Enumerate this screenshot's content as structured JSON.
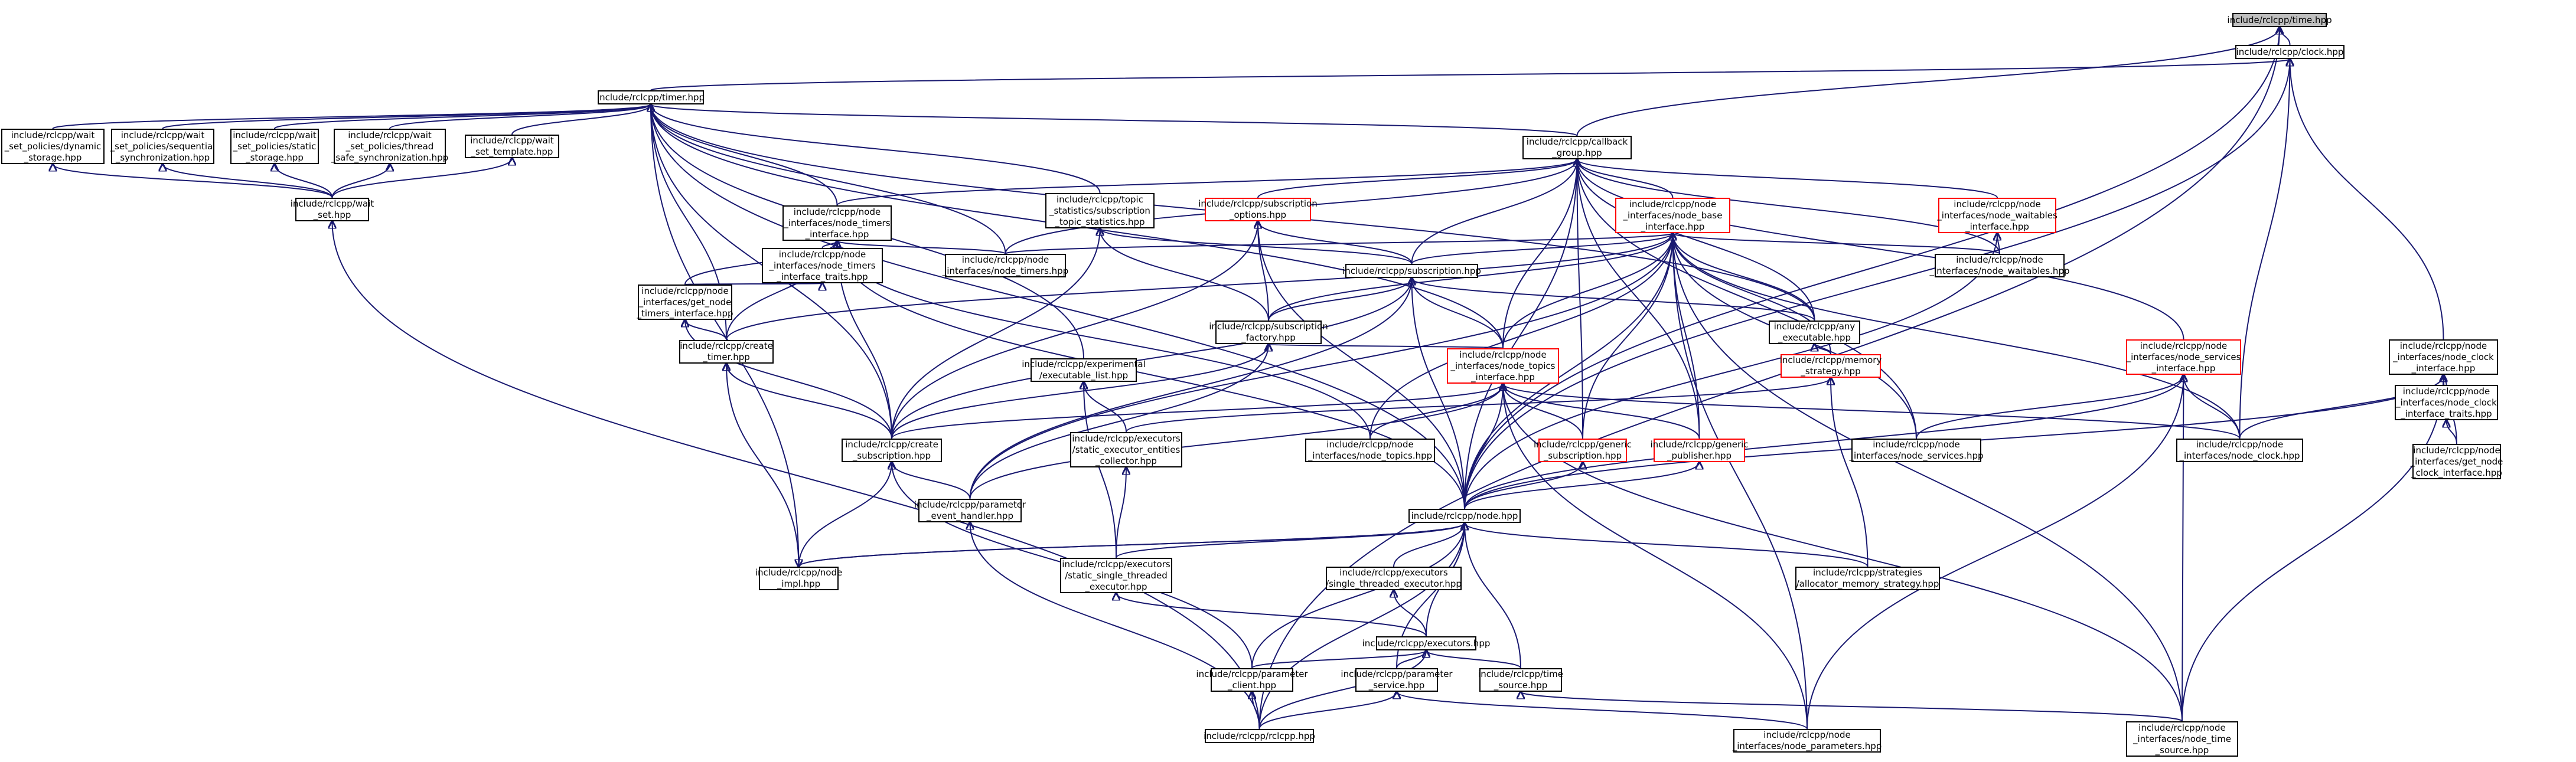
{
  "diagram": {
    "title": "",
    "colors": {
      "edge": "#191970",
      "border": "#000000",
      "border_incomplete": "#ff0000",
      "root_fill": "#bfbfbf"
    },
    "nodes": [
      {
        "id": "time",
        "label": "include/rclcpp/time.hpp",
        "style": "root"
      },
      {
        "id": "clock",
        "label": "include/rclcpp/clock.hpp",
        "style": "normal"
      },
      {
        "id": "timer",
        "label": "include/rclcpp/timer.hpp",
        "style": "normal"
      },
      {
        "id": "w_dyn",
        "label": "include/rclcpp/wait\n_set_policies/dynamic\n_storage.hpp",
        "style": "normal"
      },
      {
        "id": "w_seq",
        "label": "include/rclcpp/wait\n_set_policies/sequential\n_synchronization.hpp",
        "style": "normal"
      },
      {
        "id": "w_static",
        "label": "include/rclcpp/wait\n_set_policies/static\n_storage.hpp",
        "style": "normal"
      },
      {
        "id": "w_thread",
        "label": "include/rclcpp/wait\n_set_policies/thread\n_safe_synchronization.hpp",
        "style": "normal"
      },
      {
        "id": "w_tmpl",
        "label": "include/rclcpp/wait\n_set_template.hpp",
        "style": "normal"
      },
      {
        "id": "wait_set",
        "label": "include/rclcpp/wait\n_set.hpp",
        "style": "normal"
      },
      {
        "id": "cbg",
        "label": "include/rclcpp/callback\n_group.hpp",
        "style": "normal"
      },
      {
        "id": "topic_stats",
        "label": "include/rclcpp/topic\n_statistics/subscription\n_topic_statistics.hpp",
        "style": "normal"
      },
      {
        "id": "sub_opts",
        "label": "include/rclcpp/subscription\n_options.hpp",
        "style": "red"
      },
      {
        "id": "ni_base",
        "label": "include/rclcpp/node\n_interfaces/node_base\n_interface.hpp",
        "style": "red"
      },
      {
        "id": "ni_wait_if",
        "label": "include/rclcpp/node\n_interfaces/node_waitables\n_interface.hpp",
        "style": "red"
      },
      {
        "id": "ni_timers_if",
        "label": "include/rclcpp/node\n_interfaces/node_timers\n_interface.hpp",
        "style": "normal"
      },
      {
        "id": "ni_timers_traits",
        "label": "include/rclcpp/node\n_interfaces/node_timers\n_interface_traits.hpp",
        "style": "normal"
      },
      {
        "id": "ni_timers",
        "label": "include/rclcpp/node\n_interfaces/node_timers.hpp",
        "style": "normal"
      },
      {
        "id": "subscription",
        "label": "include/rclcpp/subscription.hpp",
        "style": "normal"
      },
      {
        "id": "ni_waitables",
        "label": "include/rclcpp/node\n_interfaces/node_waitables.hpp",
        "style": "normal"
      },
      {
        "id": "get_timers",
        "label": "include/rclcpp/node\n_interfaces/get_node\n_timers_interface.hpp",
        "style": "normal"
      },
      {
        "id": "sub_factory",
        "label": "include/rclcpp/subscription\n_factory.hpp",
        "style": "normal"
      },
      {
        "id": "any_exec",
        "label": "include/rclcpp/any\n_executable.hpp",
        "style": "normal"
      },
      {
        "id": "create_timer",
        "label": "include/rclcpp/create\n_timer.hpp",
        "style": "normal"
      },
      {
        "id": "exec_list",
        "label": "include/rclcpp/experimental\n/executable_list.hpp",
        "style": "normal"
      },
      {
        "id": "ni_topics_if",
        "label": "include/rclcpp/node\n_interfaces/node_topics\n_interface.hpp",
        "style": "red"
      },
      {
        "id": "mem_strat",
        "label": "include/rclcpp/memory\n_strategy.hpp",
        "style": "red"
      },
      {
        "id": "ni_services_if",
        "label": "include/rclcpp/node\n_interfaces/node_services\n_interface.hpp",
        "style": "red"
      },
      {
        "id": "ni_clock_if",
        "label": "include/rclcpp/node\n_interfaces/node_clock\n_interface.hpp",
        "style": "normal"
      },
      {
        "id": "ni_clock_traits",
        "label": "include/rclcpp/node\n_interfaces/node_clock\n_interface_traits.hpp",
        "style": "normal"
      },
      {
        "id": "get_clock",
        "label": "include/rclcpp/node\n_interfaces/get_node\n_clock_interface.hpp",
        "style": "normal"
      },
      {
        "id": "create_sub",
        "label": "include/rclcpp/create\n_subscription.hpp",
        "style": "normal"
      },
      {
        "id": "static_collector",
        "label": "include/rclcpp/executors\n/static_executor_entities\n_collector.hpp",
        "style": "normal"
      },
      {
        "id": "ni_topics",
        "label": "include/rclcpp/node\n_interfaces/node_topics.hpp",
        "style": "normal"
      },
      {
        "id": "generic_sub",
        "label": "include/rclcpp/generic\n_subscription.hpp",
        "style": "red"
      },
      {
        "id": "generic_pub",
        "label": "include/rclcpp/generic\n_publisher.hpp",
        "style": "red"
      },
      {
        "id": "ni_services",
        "label": "include/rclcpp/node\n_interfaces/node_services.hpp",
        "style": "normal"
      },
      {
        "id": "ni_clock",
        "label": "include/rclcpp/node\n_interfaces/node_clock.hpp",
        "style": "normal"
      },
      {
        "id": "param_event",
        "label": "include/rclcpp/parameter\n_event_handler.hpp",
        "style": "normal"
      },
      {
        "id": "node",
        "label": "include/rclcpp/node.hpp",
        "style": "normal"
      },
      {
        "id": "node_impl",
        "label": "include/rclcpp/node\n_impl.hpp",
        "style": "normal"
      },
      {
        "id": "static_st_exec",
        "label": "include/rclcpp/executors\n/static_single_threaded\n_executor.hpp",
        "style": "normal"
      },
      {
        "id": "st_exec",
        "label": "include/rclcpp/executors\n/single_threaded_executor.hpp",
        "style": "normal"
      },
      {
        "id": "alloc_strat",
        "label": "include/rclcpp/strategies\n/allocator_memory_strategy.hpp",
        "style": "normal"
      },
      {
        "id": "executors",
        "label": "include/rclcpp/executors.hpp",
        "style": "normal"
      },
      {
        "id": "param_client",
        "label": "include/rclcpp/parameter\n_client.hpp",
        "style": "normal"
      },
      {
        "id": "param_service",
        "label": "include/rclcpp/parameter\n_service.hpp",
        "style": "normal"
      },
      {
        "id": "time_source",
        "label": "include/rclcpp/time\n_source.hpp",
        "style": "normal"
      },
      {
        "id": "rclcpp",
        "label": "include/rclcpp/rclcpp.hpp",
        "style": "normal"
      },
      {
        "id": "ni_params",
        "label": "include/rclcpp/node\n_interfaces/node_parameters.hpp",
        "style": "normal"
      },
      {
        "id": "ni_time_source",
        "label": "include/rclcpp/node\n_interfaces/node_time\n_source.hpp",
        "style": "normal"
      }
    ],
    "edges": [
      [
        "clock",
        "time"
      ],
      [
        "timer",
        "clock"
      ],
      [
        "node",
        "time"
      ],
      [
        "rclcpp",
        "time"
      ],
      [
        "cbg",
        "time"
      ],
      [
        "node",
        "clock"
      ],
      [
        "ni_clock_if",
        "clock"
      ],
      [
        "ni_clock",
        "clock"
      ],
      [
        "w_dyn",
        "timer"
      ],
      [
        "w_seq",
        "timer"
      ],
      [
        "w_static",
        "timer"
      ],
      [
        "w_thread",
        "timer"
      ],
      [
        "w_tmpl",
        "timer"
      ],
      [
        "cbg",
        "timer"
      ],
      [
        "topic_stats",
        "timer"
      ],
      [
        "ni_timers_if",
        "timer"
      ],
      [
        "ni_timers",
        "timer"
      ],
      [
        "create_timer",
        "timer"
      ],
      [
        "create_sub",
        "timer"
      ],
      [
        "exec_list",
        "timer"
      ],
      [
        "node_impl",
        "timer"
      ],
      [
        "node",
        "timer"
      ],
      [
        "any_exec",
        "timer"
      ],
      [
        "ni_topics_if",
        "timer"
      ],
      [
        "wait_set",
        "w_dyn"
      ],
      [
        "wait_set",
        "w_seq"
      ],
      [
        "wait_set",
        "w_static"
      ],
      [
        "wait_set",
        "w_thread"
      ],
      [
        "wait_set",
        "w_tmpl"
      ],
      [
        "rclcpp",
        "wait_set"
      ],
      [
        "ni_base",
        "cbg"
      ],
      [
        "ni_wait_if",
        "cbg"
      ],
      [
        "ni_timers_if",
        "cbg"
      ],
      [
        "sub_opts",
        "cbg"
      ],
      [
        "ni_timers",
        "cbg"
      ],
      [
        "subscription",
        "cbg"
      ],
      [
        "ni_waitables",
        "cbg"
      ],
      [
        "any_exec",
        "cbg"
      ],
      [
        "ni_topics_if",
        "cbg"
      ],
      [
        "ni_services_if",
        "cbg"
      ],
      [
        "generic_sub",
        "cbg"
      ],
      [
        "generic_pub",
        "cbg"
      ],
      [
        "ni_services",
        "cbg"
      ],
      [
        "node",
        "cbg"
      ],
      [
        "subscription",
        "topic_stats"
      ],
      [
        "sub_factory",
        "topic_stats"
      ],
      [
        "create_sub",
        "topic_stats"
      ],
      [
        "subscription",
        "sub_opts"
      ],
      [
        "sub_factory",
        "sub_opts"
      ],
      [
        "create_sub",
        "sub_opts"
      ],
      [
        "node",
        "sub_opts"
      ],
      [
        "ni_timers_traits",
        "ni_timers_if"
      ],
      [
        "ni_timers",
        "ni_timers_if"
      ],
      [
        "get_timers",
        "ni_timers_if"
      ],
      [
        "create_timer",
        "ni_timers_if"
      ],
      [
        "create_sub",
        "ni_timers_if"
      ],
      [
        "node",
        "ni_timers_if"
      ],
      [
        "ni_topics",
        "ni_timers_if"
      ],
      [
        "get_timers",
        "ni_timers_traits"
      ],
      [
        "create_timer",
        "get_timers"
      ],
      [
        "create_sub",
        "get_timers"
      ],
      [
        "ni_waitables",
        "ni_wait_if"
      ],
      [
        "node",
        "ni_wait_if"
      ],
      [
        "ni_timers",
        "ni_base"
      ],
      [
        "subscription",
        "ni_base"
      ],
      [
        "ni_waitables",
        "ni_base"
      ],
      [
        "sub_factory",
        "ni_base"
      ],
      [
        "any_exec",
        "ni_base"
      ],
      [
        "create_timer",
        "ni_base"
      ],
      [
        "ni_topics_if",
        "ni_base"
      ],
      [
        "mem_strat",
        "ni_base"
      ],
      [
        "ni_topics",
        "ni_base"
      ],
      [
        "generic_sub",
        "ni_base"
      ],
      [
        "generic_pub",
        "ni_base"
      ],
      [
        "ni_services",
        "ni_base"
      ],
      [
        "ni_clock",
        "ni_base"
      ],
      [
        "node",
        "ni_base"
      ],
      [
        "param_event",
        "ni_base"
      ],
      [
        "ni_params",
        "ni_base"
      ],
      [
        "ni_time_source",
        "ni_base"
      ],
      [
        "sub_factory",
        "subscription"
      ],
      [
        "any_exec",
        "subscription"
      ],
      [
        "ni_topics_if",
        "subscription"
      ],
      [
        "create_sub",
        "subscription"
      ],
      [
        "param_event",
        "subscription"
      ],
      [
        "node",
        "subscription"
      ],
      [
        "ni_topics_if",
        "sub_factory"
      ],
      [
        "create_sub",
        "sub_factory"
      ],
      [
        "param_event",
        "sub_factory"
      ],
      [
        "mem_strat",
        "any_exec"
      ],
      [
        "alloc_strat",
        "mem_strat"
      ],
      [
        "static_collector",
        "mem_strat"
      ],
      [
        "create_sub",
        "create_timer"
      ],
      [
        "node_impl",
        "create_timer"
      ],
      [
        "static_collector",
        "exec_list"
      ],
      [
        "static_st_exec",
        "exec_list"
      ],
      [
        "create_sub",
        "ni_topics_if"
      ],
      [
        "ni_topics",
        "ni_topics_if"
      ],
      [
        "generic_sub",
        "ni_topics_if"
      ],
      [
        "generic_pub",
        "ni_topics_if"
      ],
      [
        "node",
        "ni_topics_if"
      ],
      [
        "param_event",
        "ni_topics_if"
      ],
      [
        "ni_clock",
        "ni_topics_if"
      ],
      [
        "ni_params",
        "ni_topics_if"
      ],
      [
        "ni_time_source",
        "ni_topics_if"
      ],
      [
        "ni_services",
        "ni_services_if"
      ],
      [
        "ni_clock",
        "ni_services_if"
      ],
      [
        "node",
        "ni_services_if"
      ],
      [
        "ni_params",
        "ni_services_if"
      ],
      [
        "ni_time_source",
        "ni_services_if"
      ],
      [
        "ni_clock_traits",
        "ni_clock_if"
      ],
      [
        "ni_clock",
        "ni_clock_if"
      ],
      [
        "get_clock",
        "ni_clock_if"
      ],
      [
        "node",
        "ni_clock_if"
      ],
      [
        "ni_time_source",
        "ni_clock_if"
      ],
      [
        "get_clock",
        "ni_clock_traits"
      ],
      [
        "param_event",
        "create_sub"
      ],
      [
        "node_impl",
        "create_sub"
      ],
      [
        "param_client",
        "create_sub"
      ],
      [
        "static_st_exec",
        "static_collector"
      ],
      [
        "node",
        "generic_sub"
      ],
      [
        "node",
        "generic_pub"
      ],
      [
        "rclcpp",
        "param_event"
      ],
      [
        "node_impl",
        "node"
      ],
      [
        "static_st_exec",
        "node"
      ],
      [
        "st_exec",
        "node"
      ],
      [
        "alloc_strat",
        "node"
      ],
      [
        "executors",
        "node"
      ],
      [
        "param_client",
        "node"
      ],
      [
        "param_service",
        "node"
      ],
      [
        "time_source",
        "node"
      ],
      [
        "rclcpp",
        "node"
      ],
      [
        "node",
        "node_impl"
      ],
      [
        "executors",
        "static_st_exec"
      ],
      [
        "executors",
        "st_exec"
      ],
      [
        "param_client",
        "executors"
      ],
      [
        "param_service",
        "executors"
      ],
      [
        "time_source",
        "executors"
      ],
      [
        "rclcpp",
        "executors"
      ],
      [
        "rclcpp",
        "param_client"
      ],
      [
        "rclcpp",
        "param_service"
      ],
      [
        "ni_params",
        "param_service"
      ],
      [
        "ni_time_source",
        "time_source"
      ]
    ]
  }
}
